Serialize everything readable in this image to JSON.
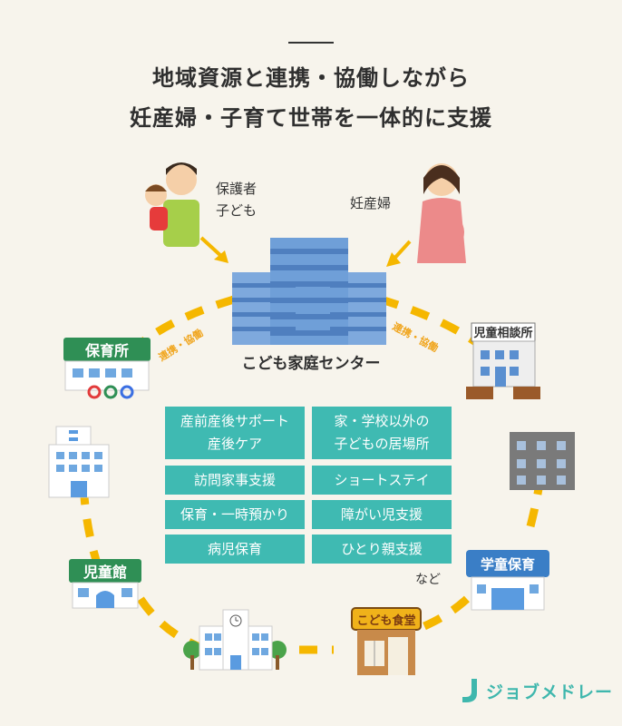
{
  "title": {
    "line1": "地域資源と連携・協働しながら",
    "line2": "妊産婦・子育て世帯を一体的に支援"
  },
  "people": {
    "guardian": {
      "line1": "保護者",
      "line2": "子ども"
    },
    "pregnant": "妊産婦"
  },
  "center": {
    "label": "こども家庭センター"
  },
  "links": {
    "left": "連携・協働",
    "right": "連携・協働"
  },
  "services": [
    {
      "label": "産前産後サポート\n産後ケア"
    },
    {
      "label": "家・学校以外の\n子どもの居場所"
    },
    {
      "label": "訪問家事支援"
    },
    {
      "label": "ショートステイ"
    },
    {
      "label": "保育・一時預かり"
    },
    {
      "label": "障がい児支援"
    },
    {
      "label": "病児保育"
    },
    {
      "label": "ひとり親支援"
    }
  ],
  "services_more": "など",
  "facilities": {
    "nursery": "保育所",
    "child_consult": "児童相談所",
    "children_hall": "児童館",
    "after_school": "学童保育",
    "kids_cafeteria": "こども食堂"
  },
  "brand": {
    "name": "ジョブメドレー"
  },
  "colors": {
    "background": "#f7f4ec",
    "service_box": "#3fbab2",
    "dashed_ring": "#f5b700",
    "link_text": "#f0a51d",
    "brand": "#3fb7ad",
    "building_blue": "#6f9fd8",
    "signboard_green": "#2f8f55"
  }
}
